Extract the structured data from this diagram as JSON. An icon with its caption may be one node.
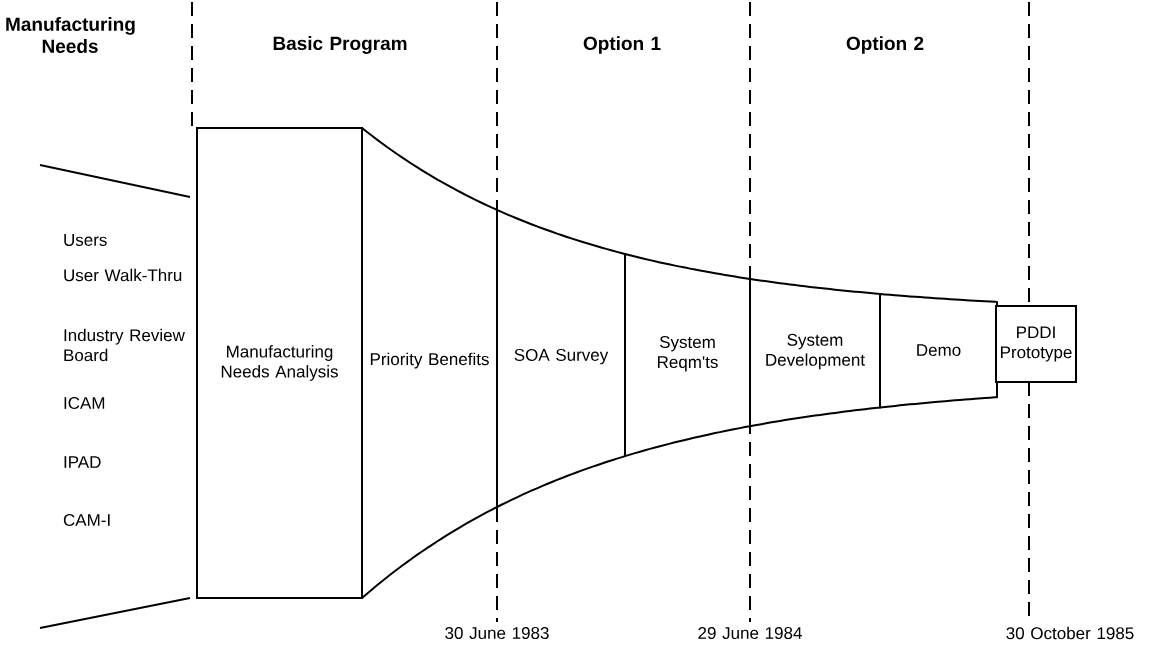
{
  "diagram": {
    "nodes": [
      {
        "text": [
          "Manufacturing Needs Analysis"
        ]
      },
      {
        "text": [
          "Priority Benefits"
        ]
      },
      {
        "text": [
          "SOA Survey"
        ]
      },
      {
        "text": [
          "System Reqm'ts"
        ]
      },
      {
        "text": [
          "System Development"
        ]
      },
      {
        "text": [
          "Demo"
        ]
      },
      {
        "text": [
          "PDDI Prototype"
        ]
      }
    ],
    "labels": [
      "Manufacturing Needs",
      "Basic Program",
      "Option 1",
      "Option 2",
      "Users",
      "User Walk-Thru",
      "Industry Review Board",
      "ICAM",
      "IPAD",
      "CAM-I",
      "30 June 1983",
      "29 June 1984",
      "30 October 1985"
    ]
  }
}
